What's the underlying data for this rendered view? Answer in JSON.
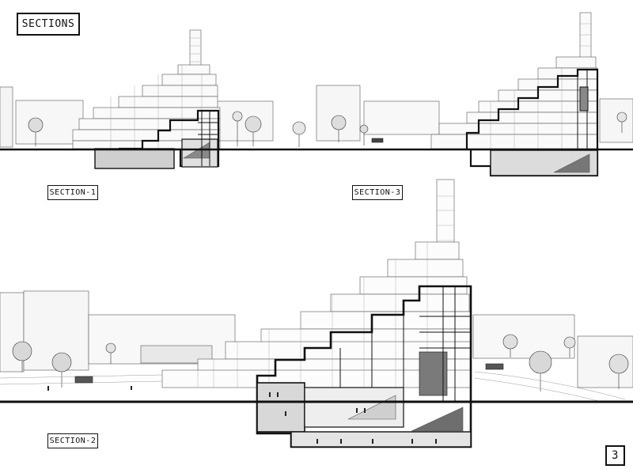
{
  "sheet": {
    "title": "SECTIONS",
    "page_number": "3"
  },
  "sections": [
    {
      "id": "section-1",
      "label": "SECTION-1"
    },
    {
      "id": "section-3",
      "label": "SECTION-3"
    },
    {
      "id": "section-2",
      "label": "SECTION-2"
    }
  ],
  "colors": {
    "line": "#111111",
    "fill_light": "#f2f2f2",
    "fill_grey": "#bdbdbd",
    "fill_dark": "#6e6e6e",
    "background": "#ffffff"
  }
}
